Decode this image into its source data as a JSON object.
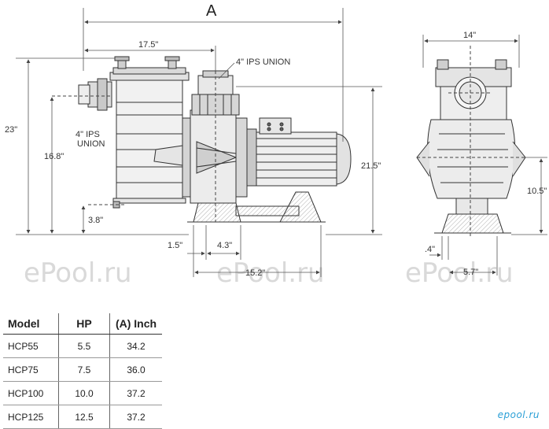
{
  "dimensions": {
    "overall_length": "A",
    "to_union": "17.5\"",
    "discharge_union": "4\" IPS UNION",
    "suction_union_line1": "4\" IPS",
    "suction_union_line2": "UNION",
    "total_height": "23\"",
    "suction_height": "16.8\"",
    "base_height": "3.8\"",
    "discharge_height": "21.5\"",
    "foot_offset": "1.5\"",
    "foot_width": "4.3\"",
    "foot_span": "15.2\"",
    "end_width": "14\"",
    "end_center_height": "10.5\"",
    "end_foot_offset": ".4\"",
    "end_foot_width": "5.7\""
  },
  "watermark": "ePool.ru",
  "logo": "epool.ru",
  "table": {
    "headers": [
      "Model",
      "HP",
      "(A) Inch"
    ],
    "rows": [
      [
        "HCP55",
        "5.5",
        "34.2"
      ],
      [
        "HCP75",
        "7.5",
        "36.0"
      ],
      [
        "HCP100",
        "10.0",
        "37.2"
      ],
      [
        "HCP125",
        "12.5",
        "37.2"
      ]
    ]
  }
}
